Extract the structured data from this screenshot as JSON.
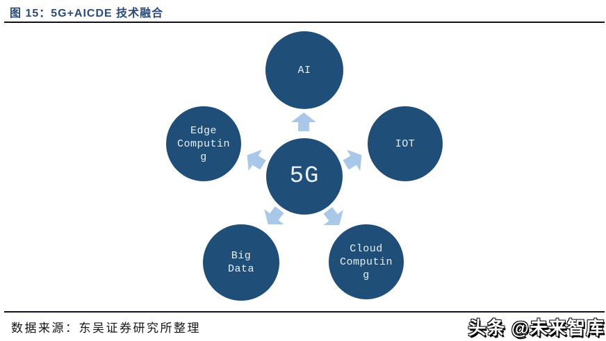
{
  "figure": {
    "title": "图 15：5G+AICDE 技术融合"
  },
  "diagram": {
    "center": {
      "id": "5g",
      "label": "5G"
    },
    "nodes": [
      {
        "id": "ai",
        "label": "AI"
      },
      {
        "id": "edge-computing",
        "label": "Edge\nComputin\ng"
      },
      {
        "id": "iot",
        "label": "IOT"
      },
      {
        "id": "big-data",
        "label": "Big\nData"
      },
      {
        "id": "cloud-computing",
        "label": "Cloud\nComputin\ng"
      }
    ],
    "arrows": [
      "up",
      "upper-left",
      "upper-right",
      "lower-left",
      "lower-right"
    ],
    "colors": {
      "node_fill": "#1F4E79",
      "arrow_fill": "#A9C7E8",
      "node_text": "#EAF1F8",
      "title_text": "#2B4A78",
      "divider": "#10101a"
    }
  },
  "footer": {
    "source": "数据来源：东吴证券研究所整理",
    "watermark": "头条 @未来智库"
  }
}
